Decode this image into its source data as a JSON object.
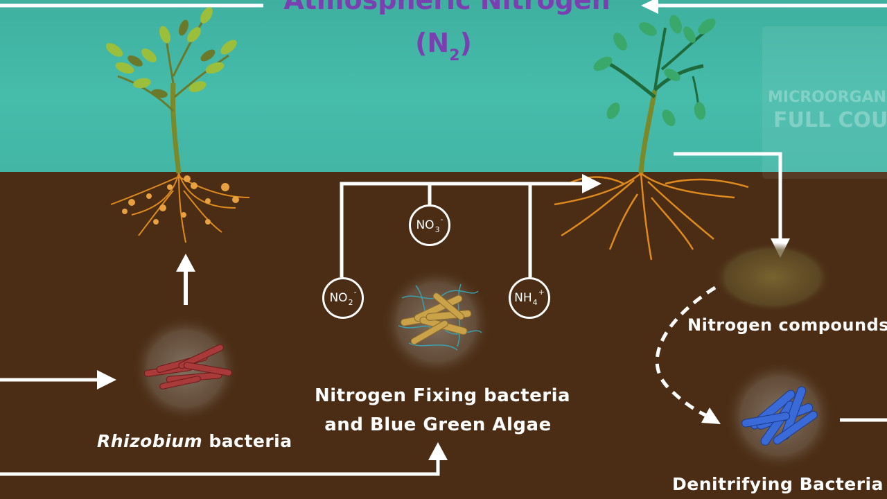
{
  "title": {
    "line1": "Atmospheric Nitrogen",
    "line2_base": "(N",
    "line2_sub": "2",
    "line2_end": ")"
  },
  "ions": {
    "no3": {
      "base": "NO",
      "sub": "3",
      "sup": "-"
    },
    "no2": {
      "base": "NO",
      "sub": "2",
      "sup": "-"
    },
    "nh4": {
      "base": "NH",
      "sub": "4",
      "sup": "+"
    }
  },
  "labels": {
    "rhizobium_italic": "Rhizobium",
    "rhizobium_rest": " bacteria",
    "fixing_line1": "Nitrogen Fixing bacteria",
    "fixing_line2": "and Blue Green Algae",
    "nitrogen_compounds": "Nitrogen compounds",
    "denitrifying": "Denitrifying Bacteria"
  },
  "watermark": {
    "line1": "MICROORGANI",
    "line2": "FULL COURS"
  },
  "colors": {
    "sky": "#46bcab",
    "soil": "#4b2d15",
    "title": "#7a3fb0",
    "arrow": "#ffffff",
    "root": "#e08a1e",
    "rhizobium": "#a83a3a",
    "fixing_bacteria": "#c9a24a",
    "algae": "#3aa0b0",
    "denitrifying": "#3a6ad8",
    "compounds": "#6e5a2a"
  }
}
